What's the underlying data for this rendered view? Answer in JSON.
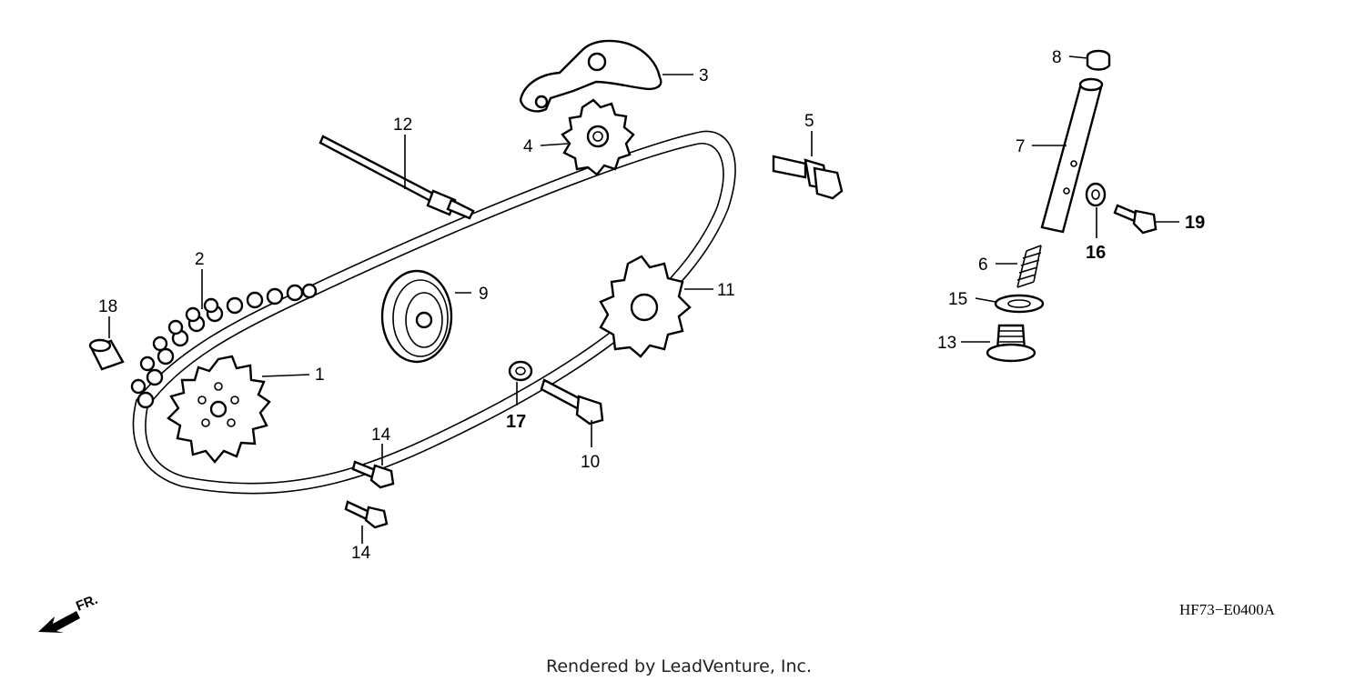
{
  "diagram": {
    "callouts": [
      "1",
      "2",
      "3",
      "4",
      "5",
      "6",
      "7",
      "8",
      "9",
      "10",
      "11",
      "12",
      "13",
      "14",
      "14",
      "15",
      "16",
      "17",
      "18",
      "19"
    ],
    "diagram_code": "HF73−E0400A",
    "credit": "Rendered by LeadVenture, Inc.",
    "direction_label": "FR."
  }
}
